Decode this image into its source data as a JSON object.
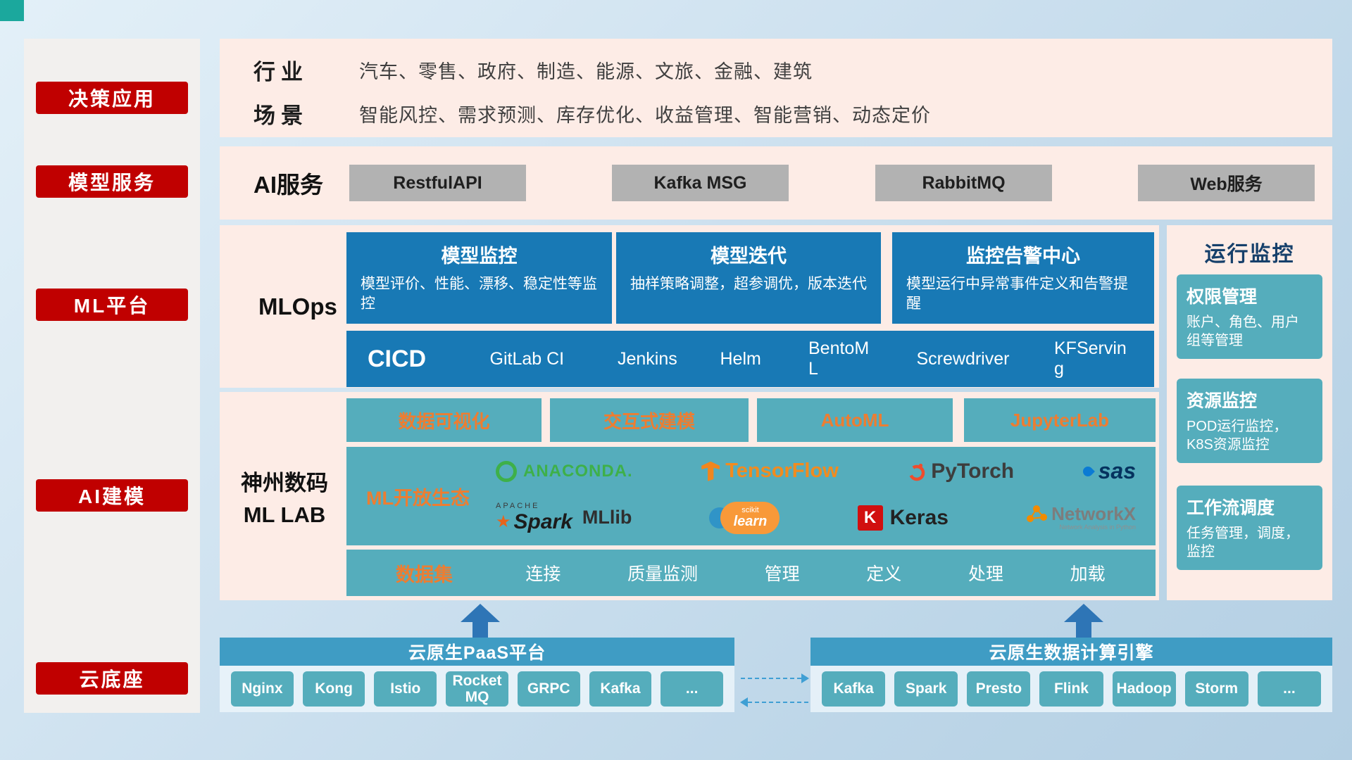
{
  "sidebar": {
    "items": [
      {
        "label": "决策应用"
      },
      {
        "label": "模型服务"
      },
      {
        "label": "ML平台"
      },
      {
        "label": "AI建模"
      },
      {
        "label": "云底座"
      }
    ]
  },
  "industry": {
    "label1": "行业",
    "text1": "汽车、零售、政府、制造、能源、文旅、金融、建筑",
    "label2": "场景",
    "text2": "智能风控、需求预测、库存优化、收益管理、智能营销、动态定价"
  },
  "ai_service": {
    "label": "AI服务",
    "buttons": [
      "RestfulAPI",
      "Kafka MSG",
      "RabbitMQ",
      "Web服务"
    ]
  },
  "mlops": {
    "label": "MLOps",
    "cards": [
      {
        "title": "模型监控",
        "desc": "模型评价、性能、漂移、稳定性等监控"
      },
      {
        "title": "模型迭代",
        "desc": "抽样策略调整，超参调优，版本迭代"
      },
      {
        "title": "监控告警中心",
        "desc": "模型运行中异常事件定义和告警提醒"
      }
    ],
    "cicd_label": "CICD",
    "cicd_items": [
      "GitLab CI",
      "Jenkins",
      "Helm",
      "BentoML",
      "Screwdriver",
      "KFServing"
    ]
  },
  "mllab": {
    "label_line1": "神州数码",
    "label_line2": "ML LAB",
    "tools": [
      "数据可视化",
      "交互式建模",
      "AutoML",
      "JupyterLab"
    ],
    "ecosystem_label": "ML开放生态",
    "logos": {
      "anaconda": "ANACONDA.",
      "tensorflow": "TensorFlow",
      "pytorch": "PyTorch",
      "sas": "sas",
      "spark_pre": "APACHE",
      "spark": "Spark",
      "mllib": "MLlib",
      "sklearn_line1": "scikit",
      "sklearn_line2": "learn",
      "keras_initial": "K",
      "keras": "Keras",
      "networkx": "NetworkX",
      "networkx_caption": "Network Analysis in Python"
    },
    "dataset_label": "数据集",
    "dataset_items": [
      "连接",
      "质量监测",
      "管理",
      "定义",
      "处理",
      "加载"
    ]
  },
  "monitor": {
    "title": "运行监控",
    "cards": [
      {
        "title": "权限管理",
        "desc": "账户、角色、用户组等管理"
      },
      {
        "title": "资源监控",
        "desc": "POD运行监控，K8S资源监控"
      },
      {
        "title": "工作流调度",
        "desc": "任务管理，调度，监控"
      }
    ]
  },
  "bottom": {
    "paas_title": "云原生PaaS平台",
    "paas_items": [
      "Nginx",
      "Kong",
      "Istio",
      "RocketMQ",
      "GRPC",
      "Kafka",
      "..."
    ],
    "compute_title": "云原生数据计算引擎",
    "compute_items": [
      "Kafka",
      "Spark",
      "Presto",
      "Flink",
      "Hadoop",
      "Storm",
      "..."
    ]
  },
  "colors": {
    "accent_red": "#c00000",
    "panel_pink": "#fdece6",
    "deep_blue": "#1879b5",
    "teal": "#55adbc",
    "orange": "#ed7d31",
    "gray_button": "#b2b2b2",
    "bar_blue": "#3f9cc4",
    "arrow_blue": "#2e75b6"
  }
}
